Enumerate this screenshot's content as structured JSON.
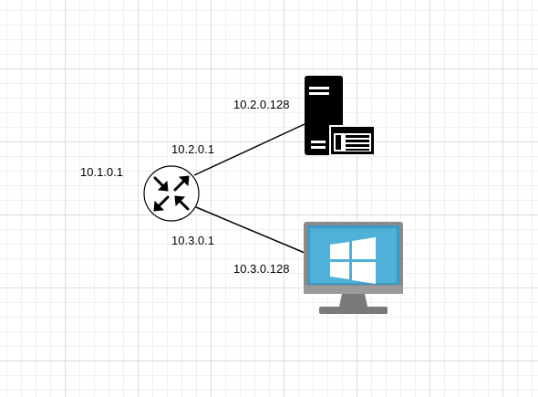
{
  "diagram": {
    "router": {
      "icon": "router-icon",
      "label": "10.1.0.1"
    },
    "links": [
      {
        "from": "router",
        "to": "server",
        "router_side_label": "10.2.0.1",
        "device_side_label": "10.2.0.128"
      },
      {
        "from": "router",
        "to": "windows-pc",
        "router_side_label": "10.3.0.1",
        "device_side_label": "10.3.0.128"
      }
    ],
    "server": {
      "icon": "server-icon"
    },
    "windows_pc": {
      "icon": "windows-monitor-icon"
    }
  },
  "colors": {
    "background": "#ffffff",
    "grid_major": "#dcdcdc",
    "grid_minor": "#efefef",
    "line": "#000000",
    "monitor_bezel": "#8a8a8a",
    "screen": "#4fb0d8",
    "server_body": "#000000"
  }
}
